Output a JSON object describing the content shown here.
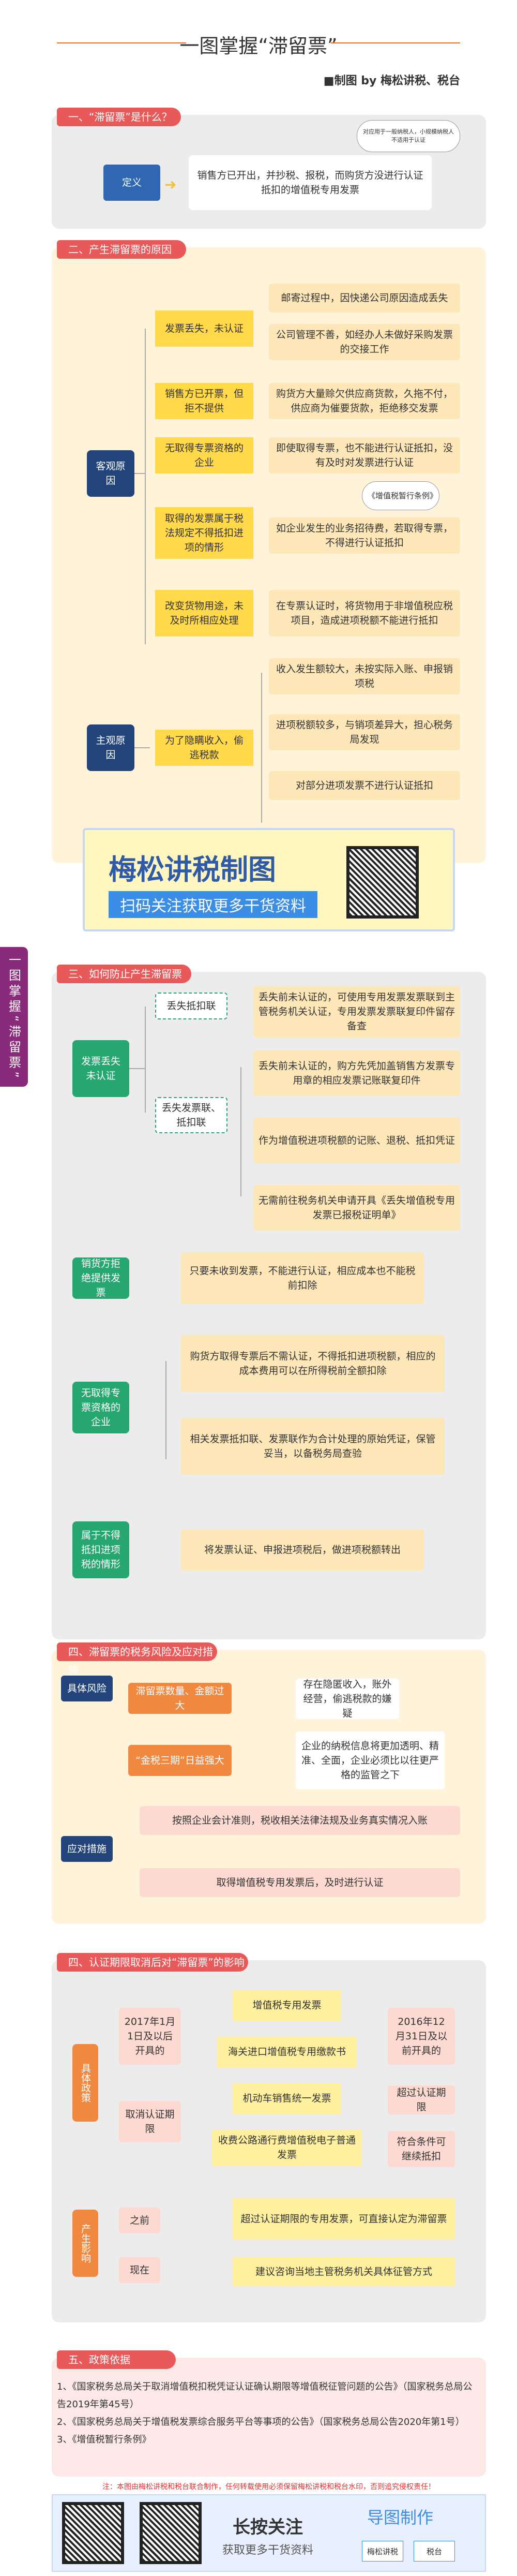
{
  "title": "一图掌握“滞留票”",
  "credit": "■制图 by 梅松讲税、税台",
  "side_label": "一图掌握“滞留票”",
  "s1": {
    "head": "一、“滞留票”是什么？",
    "def_label": "定义",
    "def_text": "销售方已开出，并抄税、报税，而购货方没进行认证抵扣的增值税专用发票",
    "bubble": "对应用于一般纳税人，小规模纳税人不适用于认证"
  },
  "s2": {
    "head": "二、产生滞留票的原因",
    "obj": "客观原因",
    "subj": "主观原因",
    "objective": [
      {
        "cause": "发票丢失，未认证",
        "details": [
          "邮寄过程中，因快递公司原因造成丢失",
          "公司管理不善，如经办人未做好采购发票的交接工作"
        ]
      },
      {
        "cause": "销售方已开票，但拒不提供",
        "details": [
          "购货方大量赊欠供应商货款，久拖不付，供应商为催要货款，拒绝移交发票"
        ]
      },
      {
        "cause": "无取得专票资格的企业",
        "details": [
          "即使取得专票，也不能进行认证抵扣，没有及时对发票进行认证"
        ]
      },
      {
        "cause": "取得的发票属于税法规定不得抵扣进项的情形",
        "details": [
          "如企业发生的业务招待费，若取得专票，不得进行认证抵扣"
        ],
        "note": "《增值税暂行条例》"
      },
      {
        "cause": "改变货物用途，未及时所相应处理",
        "details": [
          "在专票认证时，将货物用于非增值税应税项目，造成进项税额不能进行抵扣"
        ]
      }
    ],
    "subjective": {
      "cause": "为了隐瞒收入，偷逃税款",
      "details": [
        "收入发生额较大，未按实际入账、申报销项税",
        "进项税额较多，与销项差异大，担心税务局发现",
        "对部分进项发票不进行认证抵扣"
      ]
    }
  },
  "banner": {
    "title": "梅松讲税制图",
    "sub": "扫码关注获取更多干货资料"
  },
  "s3": {
    "head": "三、如何防止产生滞留票",
    "lost": {
      "label": "发票丢失未认证",
      "a": "丢失抵扣联",
      "a_text": "丢失前未认证的，可使用专用发票发票联到主管税务机关认证，专用发票发票联复印件留存备查",
      "b": "丢失发票联、抵扣联",
      "b_items": [
        "丢失前未认证的，购方先凭加盖销售方发票专用章的相应发票记账联复印件",
        "作为增值税进项税额的记账、退税、抵扣凭证",
        "无需前往税务机关申请开具《丢失增值税专用发票已报税证明单》"
      ]
    },
    "refuse": {
      "label": "销货方拒绝提供发票",
      "text": "只要未收到发票，不能进行认证，相应成本也不能税前扣除"
    },
    "noquali": {
      "label": "无取得专票资格的企业",
      "items": [
        "购货方取得专票后不需认证，不得抵扣进项税额，相应的成本费用可以在所得税前全额扣除",
        "相关发票抵扣联、发票联作为合计处理的原始凭证，保管妥当，以备税务局查验"
      ]
    },
    "notdeduct": {
      "label": "属于不得抵扣进项税的情形",
      "text": "将发票认证、申报进项税后，做进项税额转出"
    }
  },
  "s4": {
    "head": "四、滞留票的税务风险及应对措施",
    "risk": "具体风险",
    "r1": "滞留票数量、金额过大",
    "r1_text": "存在隐匿收入，账外经营，偷逃税款的嫌疑",
    "r2": "“金税三期”日益强大",
    "r2_text": "企业的纳税信息将更加透明、精准、全面，企业必须比以往更严格的监管之下",
    "resp": "应对措施",
    "resp_items": [
      "按照企业会计准则，税收相关法律法规及业务真实情况入账",
      "取得增值税专用发票后，及时进行认证"
    ]
  },
  "s5": {
    "head": "四、认证期限取消后对“滞留票”的影响",
    "policy_label": "具体政策",
    "left_date": "2017年1月1日及以后开具的",
    "left_act": "取消认证期限",
    "items": [
      "增值税专用发票",
      "海关进口增值税专用缴款书",
      "机动车销售统一发票",
      "收费公路通行费增值税电子普通发票"
    ],
    "right_date": "2016年12月31日及以前开具的",
    "right_a": "超过认证期限",
    "right_b": "符合条件可继续抵扣",
    "effect_label": "产生影响",
    "before": "之前",
    "before_text": "超过认证期限的专用发票，可直接认定为滞留票",
    "now": "现在",
    "now_text": "建议咨询当地主管税务机关具体征管方式"
  },
  "s6": {
    "head": "五、政策依据",
    "items": [
      "1、《国家税务总局关于取消增值税扣税凭证认证确认期限等增值税征管问题的公告》（国家税务总局公告2019年第45号）",
      "2、《国家税务总局关于增值税发票综合服务平台等事项的公告》（国家税务总局公告2020年第1号）",
      "3、《增值税暂行条例》"
    ],
    "note": "注：本图由梅松讲税和税台联合制作，任何转载使用必须保留梅松讲税和税台水印，否则追究侵权责任！"
  },
  "footer": {
    "follow": "长按关注",
    "follow_sub": "获取更多干货资料",
    "made": "导图制作",
    "brand1": "梅松讲税",
    "brand2": "税台"
  }
}
